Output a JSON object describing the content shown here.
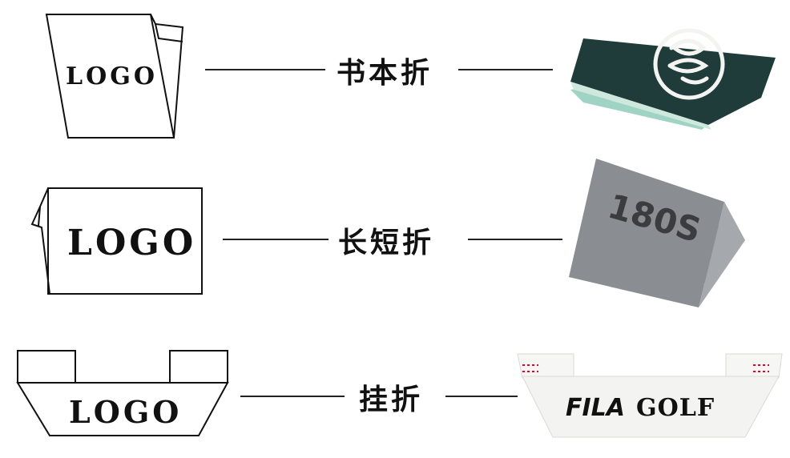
{
  "rows": [
    {
      "label": "书本折",
      "diagram_text": "LOGO",
      "photo_text": ""
    },
    {
      "label": "长短折",
      "diagram_text": "LOGO",
      "photo_text": "180S"
    },
    {
      "label": "挂折",
      "diagram_text": "LOGO",
      "photo_text_a": "FILA",
      "photo_text_b": "GOLF"
    }
  ],
  "colors": {
    "line": "#222222",
    "label_dark": "#1f3c3a",
    "label_gray": "#8a8d91",
    "label_white": "#f3f3f1",
    "fila_red": "#c8102e",
    "fila_black": "#111111"
  }
}
